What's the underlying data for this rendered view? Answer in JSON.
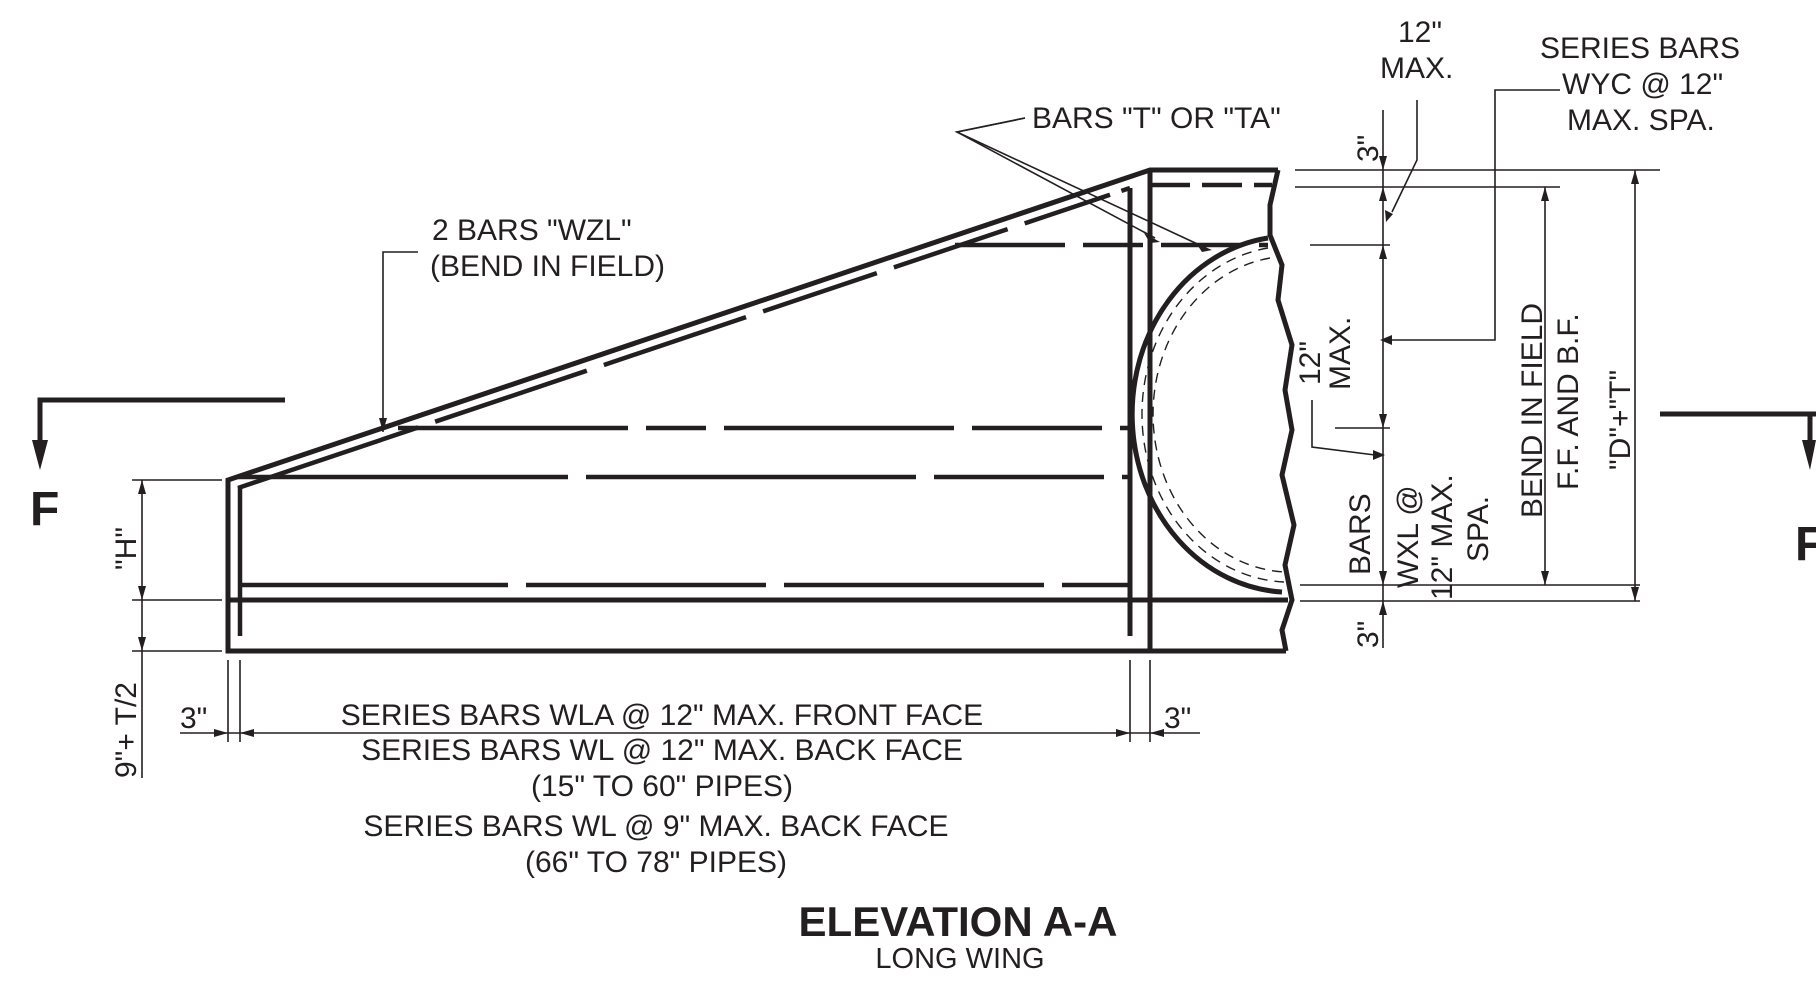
{
  "title": "ELEVATION A-A",
  "subtitle": "LONG WING",
  "section_mark": "F",
  "labels": {
    "bars_t_ta": "BARS \"T\" OR \"TA\"",
    "wzl_line1": "2 BARS \"WZL\"",
    "wzl_line2": "(BEND IN FIELD)",
    "max12_top_line1": "12\"",
    "max12_top_line2": "MAX.",
    "wyc_line1": "SERIES BARS",
    "wyc_line2": "WYC @ 12\"",
    "wyc_line3": "MAX. SPA.",
    "max12_mid_line1": "12\"",
    "max12_mid_line2": "MAX.",
    "wxl_line1": "BARS",
    "wxl_line2": "WXL @",
    "wxl_line3": "12\" MAX.",
    "wxl_line4": "SPA.",
    "bend_line1": "BEND IN FIELD",
    "bend_line2": "F.F. AND B.F.",
    "d_plus_t": "\"D\"+\"T\"",
    "h_dim": "\"H\"",
    "nine_plus_t": "9\"+ T/2",
    "three_top": "3\"",
    "three_bottom": "3\"",
    "three_left": "3\"",
    "three_right": "3\"",
    "wla_line1": "SERIES BARS WLA @ 12\" MAX. FRONT FACE",
    "wla_line2": "SERIES BARS WL @ 12\" MAX. BACK FACE",
    "wla_line3": "(15\" TO 60\" PIPES)",
    "wl9_line1": "SERIES BARS WL @ 9\" MAX. BACK FACE",
    "wl9_line2": "(66\" TO 78\" PIPES)"
  }
}
